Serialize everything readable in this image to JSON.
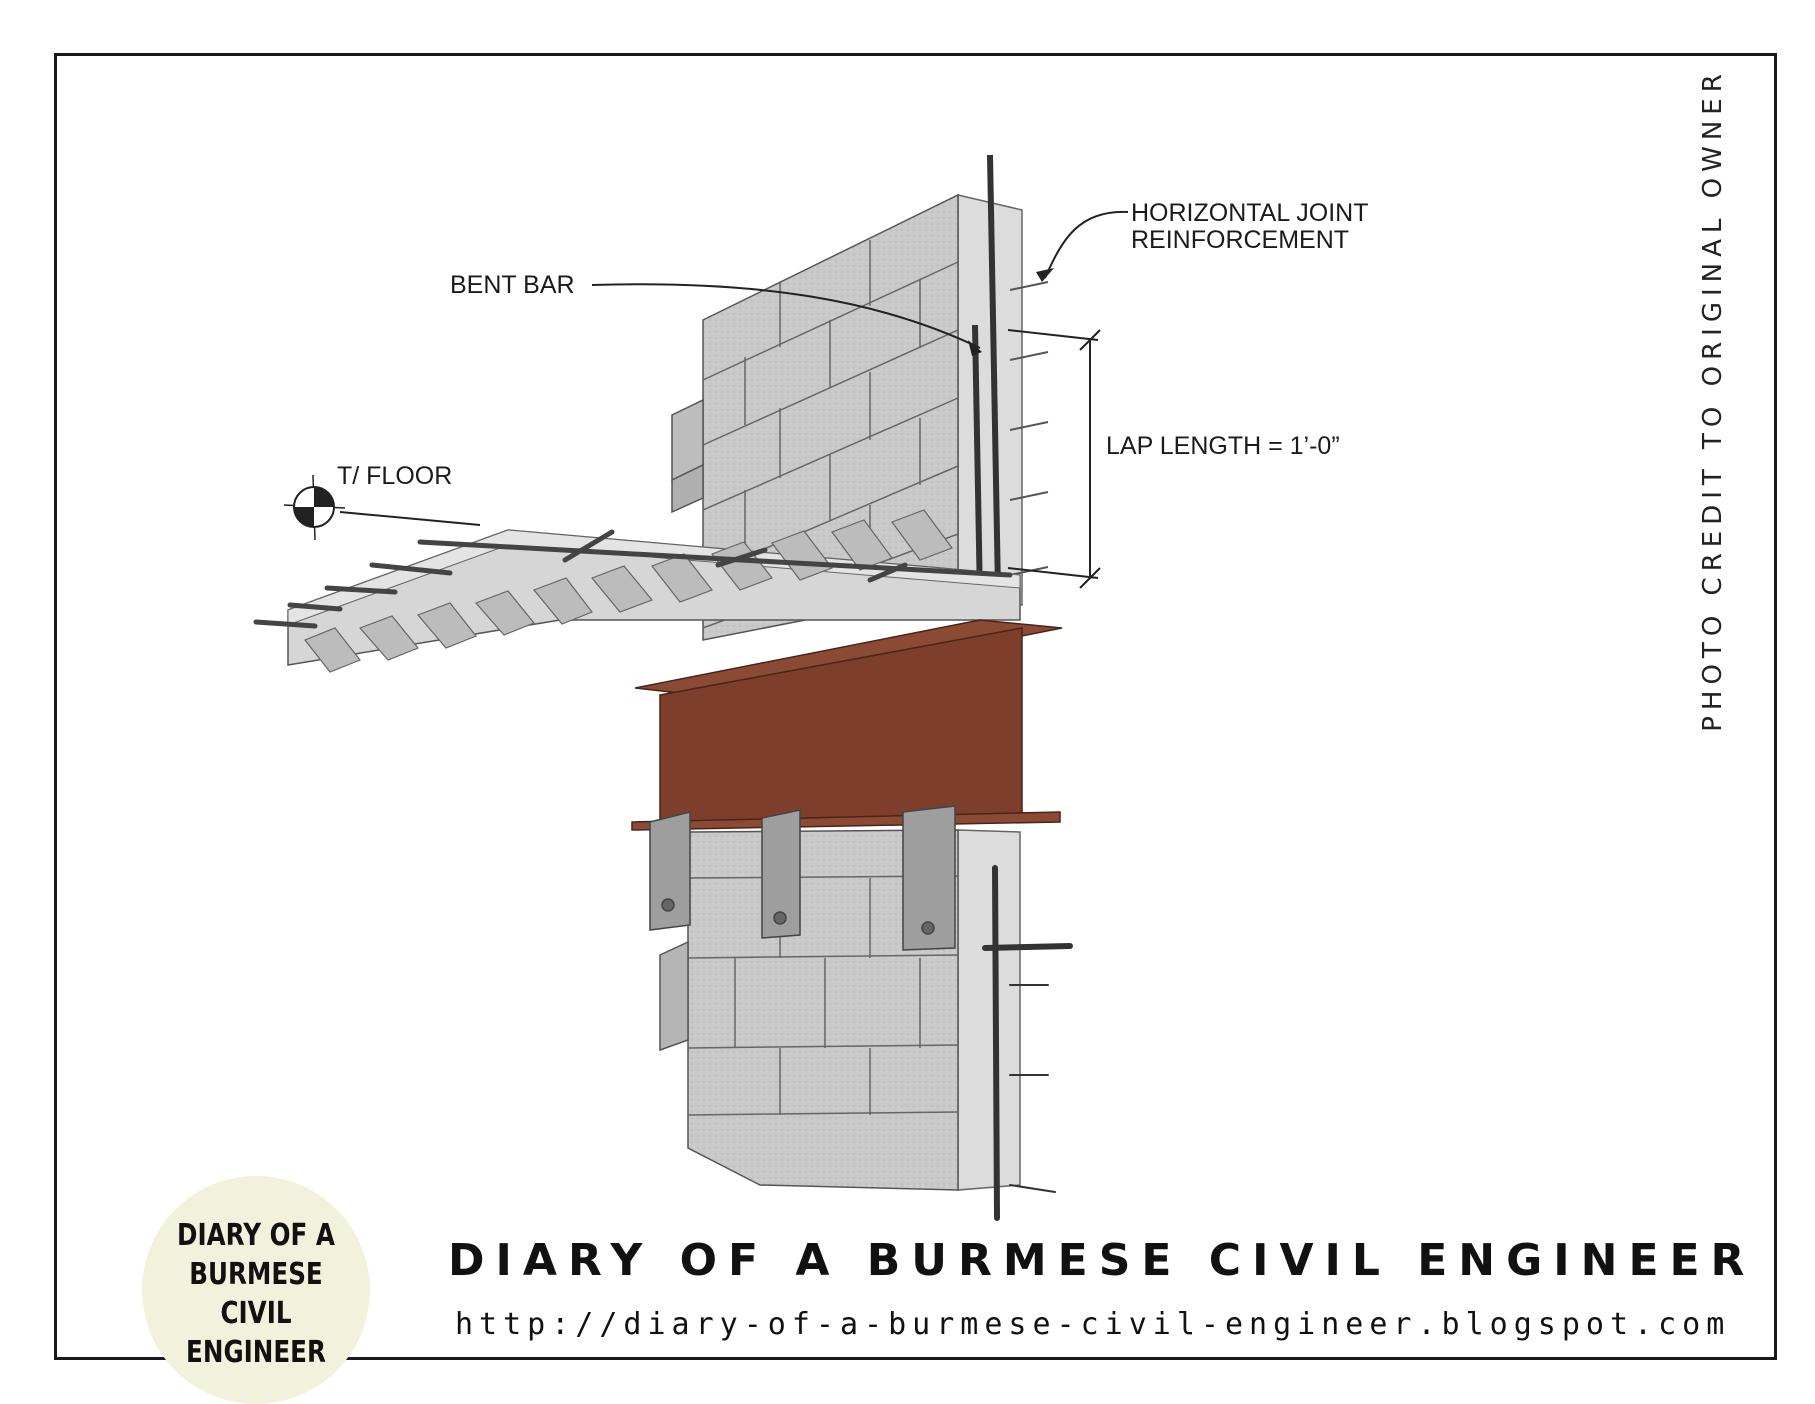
{
  "callouts": {
    "horizontal_joint": "HORIZONTAL JOINT",
    "reinforcement": "REINFORCEMENT",
    "bent_bar": "BENT BAR",
    "lap_length": "LAP LENGTH = 1’-0”",
    "floor": "T/ FLOOR"
  },
  "credit": "PHOTO CREDIT TO ORIGINAL OWNER",
  "badge": {
    "line1": "DIARY OF A",
    "line2": "BURMESE",
    "line3": "CIVIL",
    "line4": "ENGINEER"
  },
  "footer": {
    "title": "DIARY OF A BURMESE CIVIL ENGINEER",
    "url": "http://diary-of-a-burmese-civil-engineer.blogspot.com"
  },
  "colors": {
    "masonry": "#c9c9c9",
    "masonry_dark": "#a9a9a9",
    "steel_beam": "#7d3f2c",
    "rebar": "#3a3a3a",
    "badge_bg": "#f1f1dc"
  }
}
